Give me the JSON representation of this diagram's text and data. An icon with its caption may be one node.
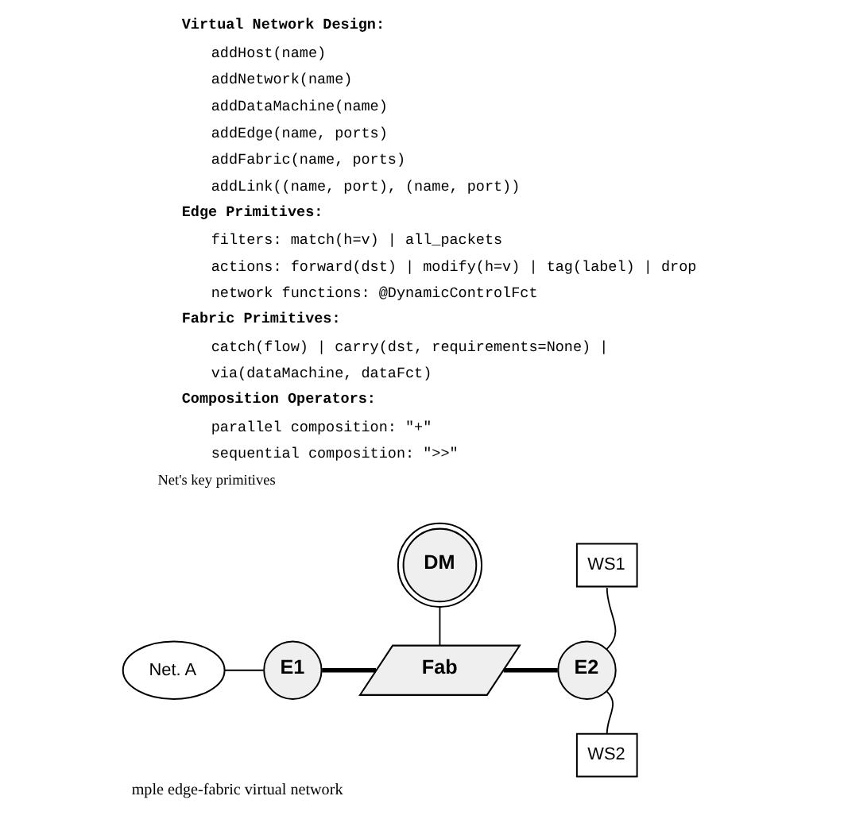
{
  "diagram": {
    "caption": "mple edge-fabric virtual network",
    "nodes": [
      {
        "text": [
          "Net. A"
        ]
      },
      {
        "text": [
          "E1"
        ]
      },
      {
        "text": [
          "DM"
        ]
      },
      {
        "text": [
          "Fab"
        ]
      },
      {
        "text": [
          "E2"
        ]
      },
      {
        "text": [
          "WS1"
        ]
      },
      {
        "text": [
          "WS2"
        ]
      }
    ],
    "edges": [
      {
        "from": 0,
        "to": 1,
        "arrow": "none"
      },
      {
        "from": 1,
        "to": 3,
        "arrow": "none",
        "style": "thick"
      },
      {
        "from": 2,
        "to": 3,
        "arrow": "none"
      },
      {
        "from": 3,
        "to": 4,
        "arrow": "none",
        "style": "thick"
      },
      {
        "from": 5,
        "to": 4,
        "arrow": "none"
      },
      {
        "from": 4,
        "to": 6,
        "arrow": "none"
      }
    ],
    "labels": [
      "Virtual Network Design:",
      "addHost(name)",
      "addNetwork(name)",
      "addDataMachine(name)",
      "addEdge(name, ports)",
      "addFabric(name, ports)",
      "addLink((name, port), (name, port))",
      "Edge Primitives:",
      "filters: match(h=v) | all_packets",
      "actions: forward(dst) | modify(h=v) | tag(label) | drop",
      "network functions: @DynamicControlFct",
      "Fabric Primitives:",
      "catch(flow) | carry(dst, requirements=None) |",
      "via(dataMachine, dataFct)",
      "Composition Operators:",
      "parallel composition: \"+\"",
      "sequential composition: \">>\"",
      "Net's key primitives"
    ]
  }
}
